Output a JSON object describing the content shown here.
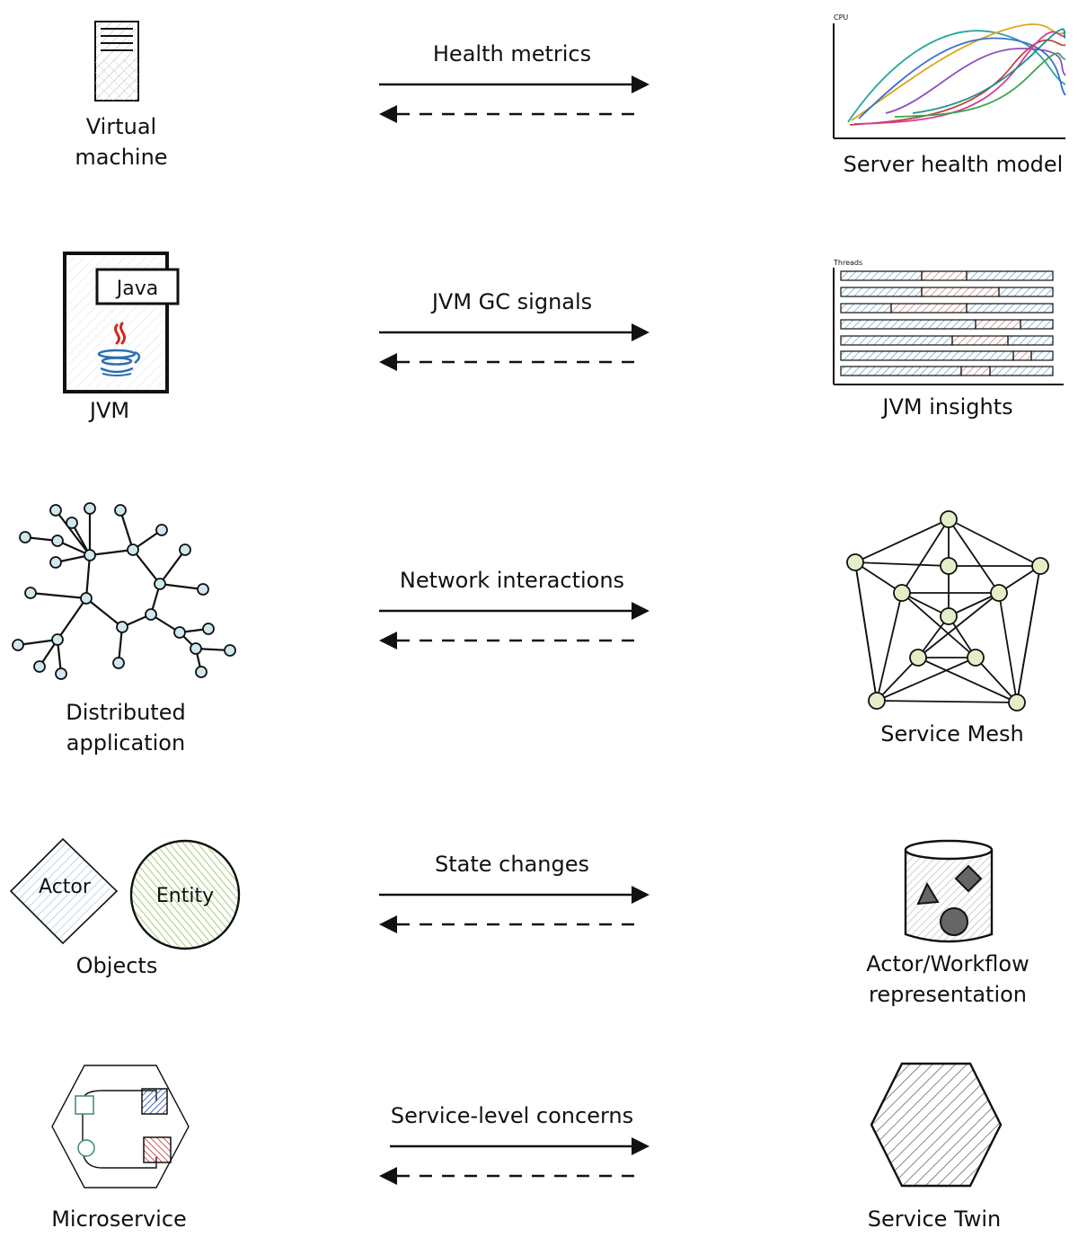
{
  "rows": [
    {
      "left_label": [
        "Virtual",
        "machine"
      ],
      "arrow_label": "Health metrics",
      "right_label": "Server health model"
    },
    {
      "left_label": [
        "JVM"
      ],
      "arrow_label": "JVM GC signals",
      "right_label": "JVM insights"
    },
    {
      "left_label": [
        "Distributed",
        "application"
      ],
      "arrow_label": "Network interactions",
      "right_label": "Service Mesh"
    },
    {
      "left_label": [
        "Objects"
      ],
      "arrow_label": "State changes",
      "right_label": [
        "Actor/Workflow",
        "representation"
      ]
    },
    {
      "left_label": [
        "Microservice"
      ],
      "arrow_label": "Service-level concerns",
      "right_label": "Service Twin"
    }
  ],
  "icons": {
    "jvm_box_label": "Java",
    "cpu_chart_axis_label": "CPU",
    "threads_chart_axis_label": "Threads",
    "actor_label": "Actor",
    "entity_label": "Entity"
  },
  "colors": {
    "ink": "#111111",
    "hatch_blue": "#9fd3e0",
    "hatch_green": "#9cc96a",
    "hatch_red": "#e08a8a",
    "java_red": "#d0281e",
    "java_blue": "#2a6fb0"
  }
}
